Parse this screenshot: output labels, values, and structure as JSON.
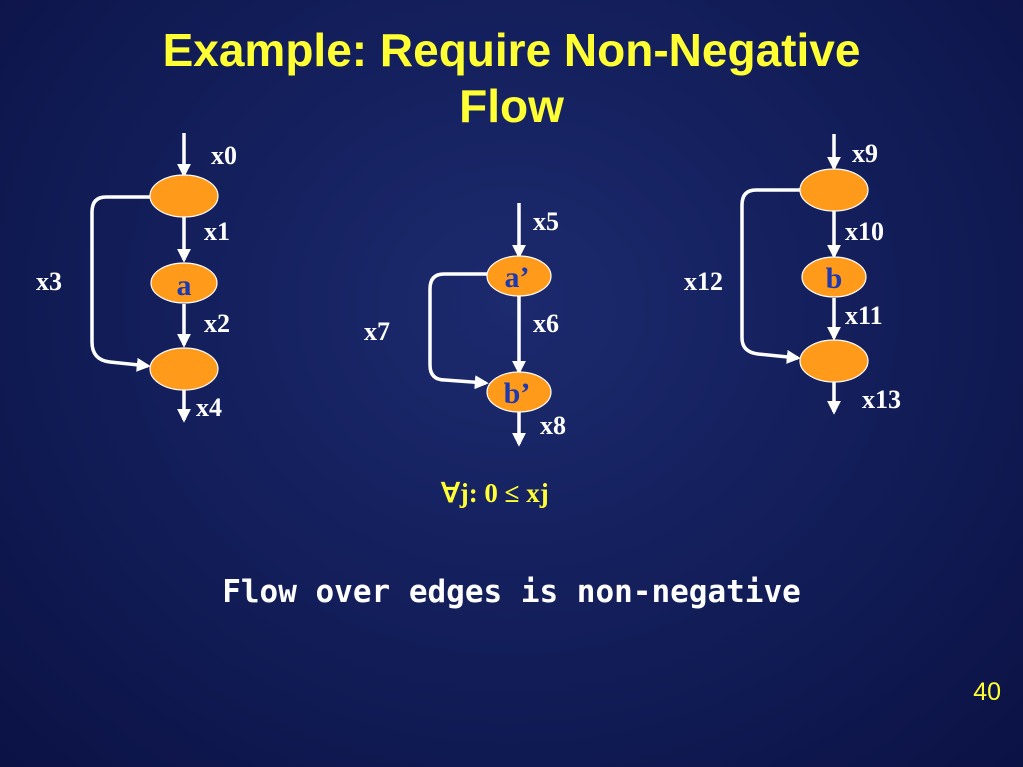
{
  "slide": {
    "title_line1": "Example: Require Non-Negative",
    "title_line2": "Flow",
    "constraint": "∀j: 0 ≤ xj",
    "caption": "Flow over edges is non-negative",
    "page_number": "40"
  },
  "colors": {
    "background": "#121d58",
    "title": "#ffff33",
    "node_fill": "#ff9a1a",
    "node_label": "#1f3ab0",
    "edge": "#ffffff"
  },
  "graph1": {
    "nodes": [
      "",
      "a",
      ""
    ],
    "edges": [
      "x0",
      "x1",
      "x2",
      "x3",
      "x4"
    ]
  },
  "graph2": {
    "nodes": [
      "a’",
      "b’"
    ],
    "edges": [
      "x5",
      "x6",
      "x7",
      "x8"
    ]
  },
  "graph3": {
    "nodes": [
      "",
      "b",
      ""
    ],
    "edges": [
      "x9",
      "x10",
      "x11",
      "x12",
      "x13"
    ]
  }
}
